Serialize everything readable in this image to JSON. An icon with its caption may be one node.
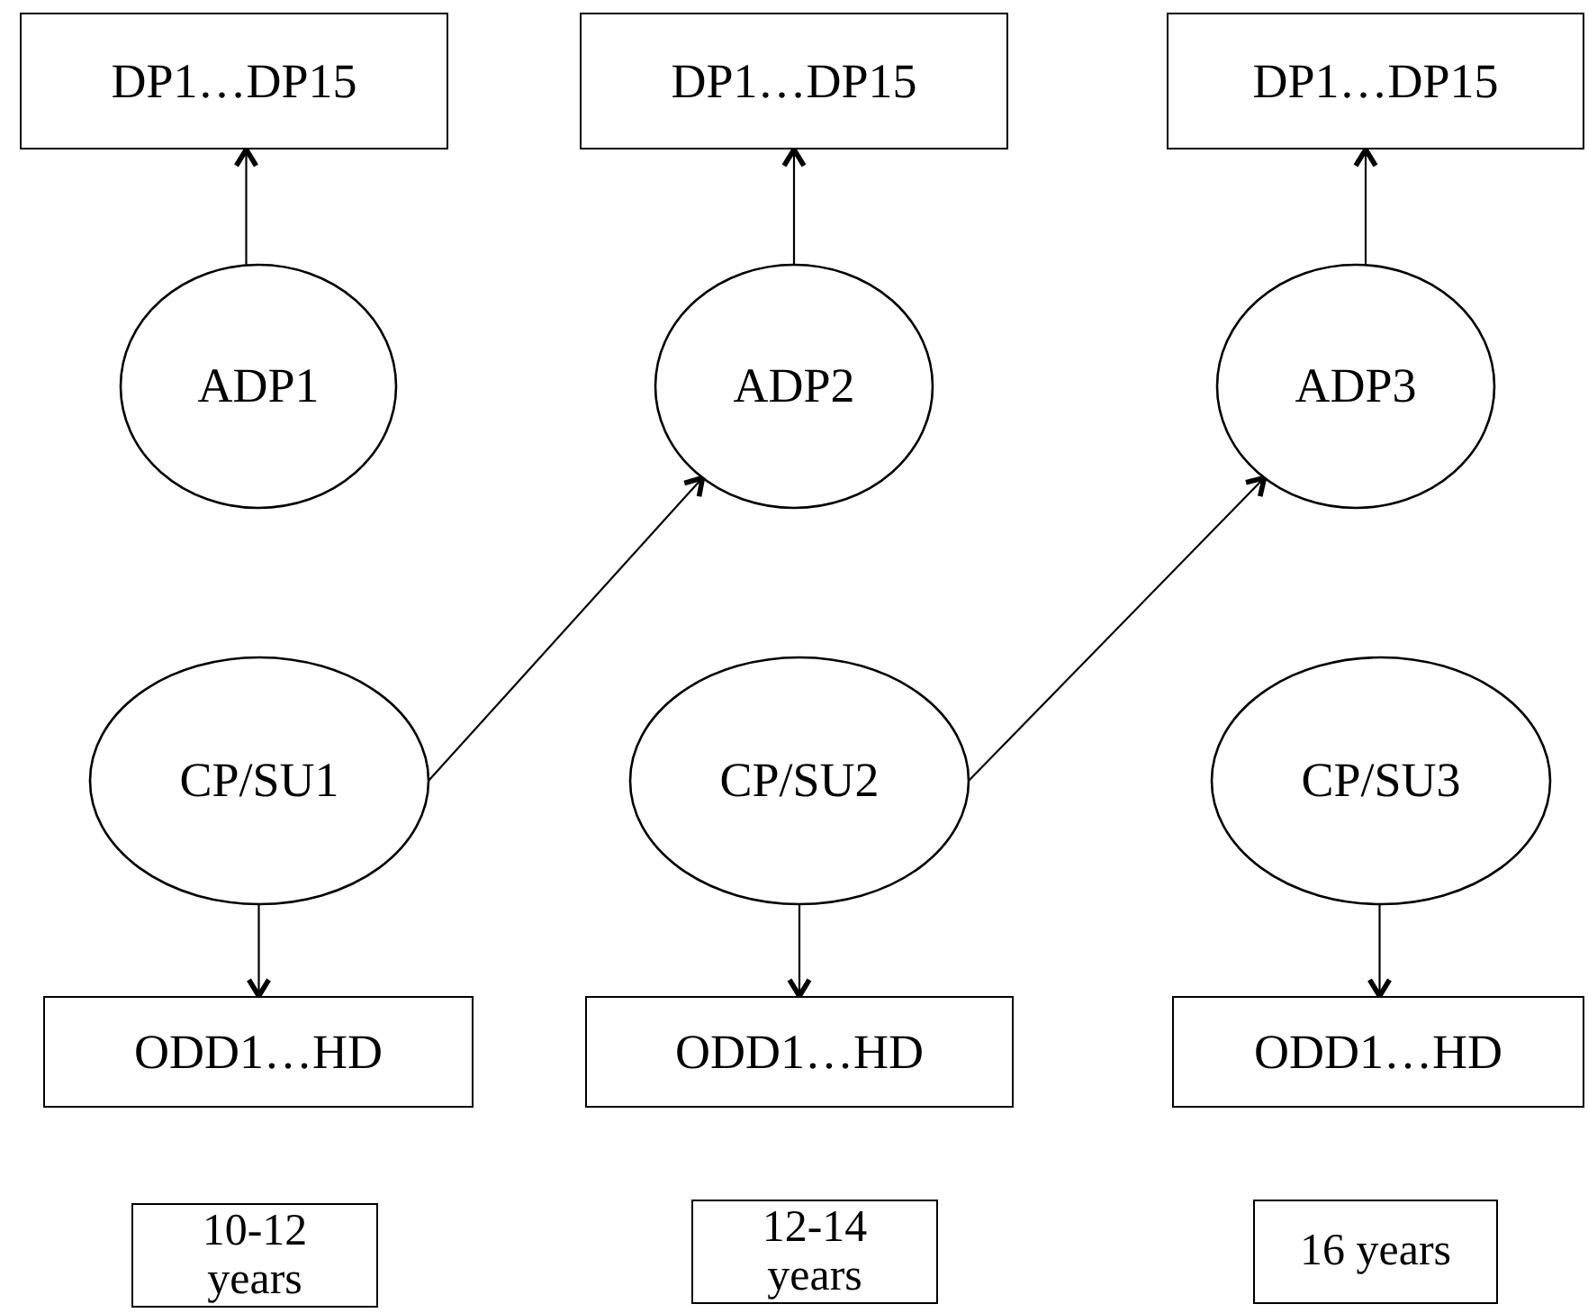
{
  "diagram": {
    "nodes": [
      {
        "text": [
          "DP1…DP15"
        ]
      },
      {
        "text": [
          "DP1…DP15"
        ]
      },
      {
        "text": [
          "DP1…DP15"
        ]
      },
      {
        "text": [
          "ADP1"
        ]
      },
      {
        "text": [
          "ADP2"
        ]
      },
      {
        "text": [
          "ADP3"
        ]
      },
      {
        "text": [
          "CP/SU1"
        ]
      },
      {
        "text": [
          "CP/SU2"
        ]
      },
      {
        "text": [
          "CP/SU3"
        ]
      },
      {
        "text": [
          "ODD1…HD"
        ]
      },
      {
        "text": [
          "ODD1…HD"
        ]
      },
      {
        "text": [
          "ODD1…HD"
        ]
      },
      {
        "text": [
          "10-12 years"
        ]
      },
      {
        "text": [
          "12-14 years"
        ]
      },
      {
        "text": [
          "16 years"
        ]
      }
    ],
    "edges": [
      {
        "from": 3,
        "to": 0,
        "arrow": "to"
      },
      {
        "from": 4,
        "to": 1,
        "arrow": "to"
      },
      {
        "from": 5,
        "to": 2,
        "arrow": "to"
      },
      {
        "from": 6,
        "to": 4,
        "arrow": "to"
      },
      {
        "from": 7,
        "to": 5,
        "arrow": "to"
      },
      {
        "from": 6,
        "to": 9,
        "arrow": "to"
      },
      {
        "from": 7,
        "to": 10,
        "arrow": "to"
      },
      {
        "from": 8,
        "to": 11,
        "arrow": "to"
      }
    ]
  }
}
